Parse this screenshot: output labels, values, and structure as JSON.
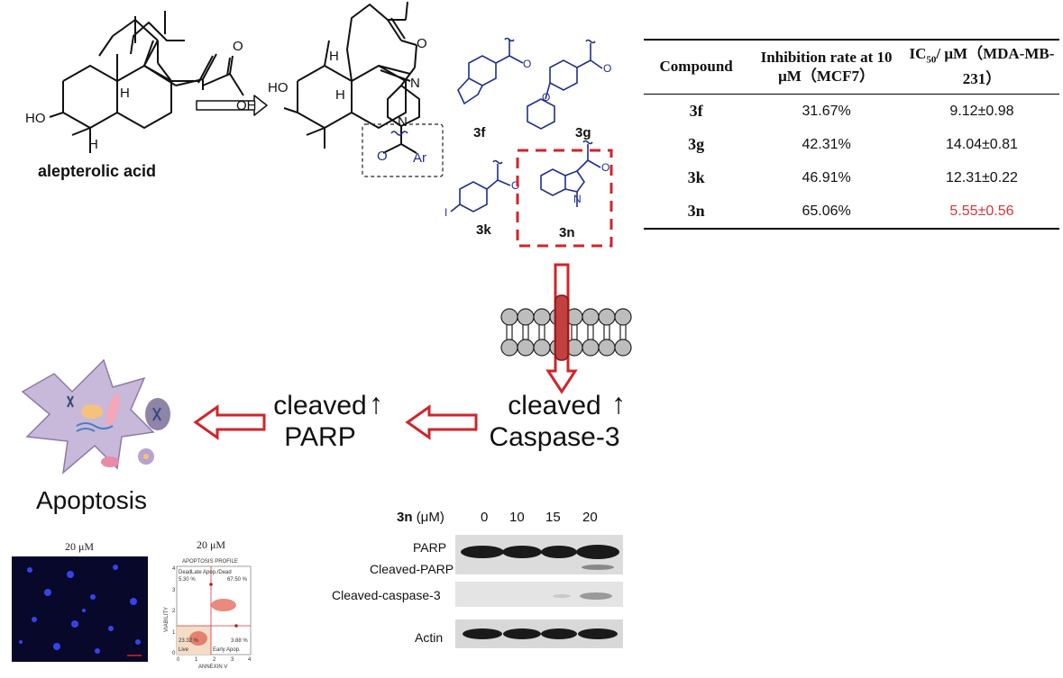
{
  "scheme": {
    "natural_product_name": "alepterolic acid",
    "labels": {
      "ho_left": "HO",
      "oh_left": "OH",
      "o_left": "O",
      "h_left": "H",
      "ho_right": "HO",
      "h_right": "H",
      "o_right": "O",
      "n_top": "N",
      "n_bottom": "N",
      "o_acyl": "O",
      "ar": "Ar"
    },
    "substituents": [
      "3f",
      "3g",
      "3k",
      "3n"
    ],
    "sub_atoms": {
      "o": "O",
      "i": "I",
      "n": "N"
    }
  },
  "table": {
    "headers": [
      "Compound",
      "Inhibition rate at 10 μM（MCF7）",
      "IC50/ μM（MDA-MB-231）"
    ],
    "header_ic50_main": "IC",
    "header_ic50_sub": "50",
    "header_ic50_rest": "/ μM（MDA-MB-231）",
    "rows": [
      {
        "compound": "3f",
        "inhibition": "31.67%",
        "ic50": "9.12±0.98"
      },
      {
        "compound": "3g",
        "inhibition": "42.31%",
        "ic50": "14.04±0.81"
      },
      {
        "compound": "3k",
        "inhibition": "46.91%",
        "ic50": "12.31±0.22"
      },
      {
        "compound": "3n",
        "inhibition": "65.06%",
        "ic50": "5.55±0.56"
      }
    ],
    "highlight_color": "#d0363a"
  },
  "pathway": {
    "caspase": "cleaved Caspase-3",
    "caspase_line1": "cleaved",
    "caspase_line2": "Caspase-3",
    "parp_line1": "cleaved",
    "parp_line2": "PARP",
    "up_arrow": "↑",
    "outcome": "Apoptosis",
    "arrow_color": "#d0242a"
  },
  "imaging": {
    "fluor_label": "20 μM",
    "flow_label": "20 μM",
    "flow_title": "APOPTOSIS PROFILE",
    "q_dead": "Dead",
    "q_late": "Late Apop./Dead",
    "q_dead_pct": "5.30 %",
    "q_late_pct": "67.50 %",
    "q_live": "Live",
    "q_live_pct": "23.32 %",
    "q_early": "Early Apop.",
    "q_early_pct": "3.88 %",
    "y_axis": "VIABILITY",
    "x_axis": "ANNEXIN V",
    "x_ticks": [
      "0",
      "1",
      "2",
      "3",
      "4"
    ],
    "y_ticks": [
      "0",
      "1",
      "2",
      "3",
      "4"
    ]
  },
  "western": {
    "compound": "3n",
    "unit": "(μM)",
    "doses": [
      "0",
      "10",
      "15",
      "20"
    ],
    "rows": [
      "PARP",
      "Cleaved-PARP",
      "Cleaved-caspase-3",
      "Actin"
    ]
  }
}
